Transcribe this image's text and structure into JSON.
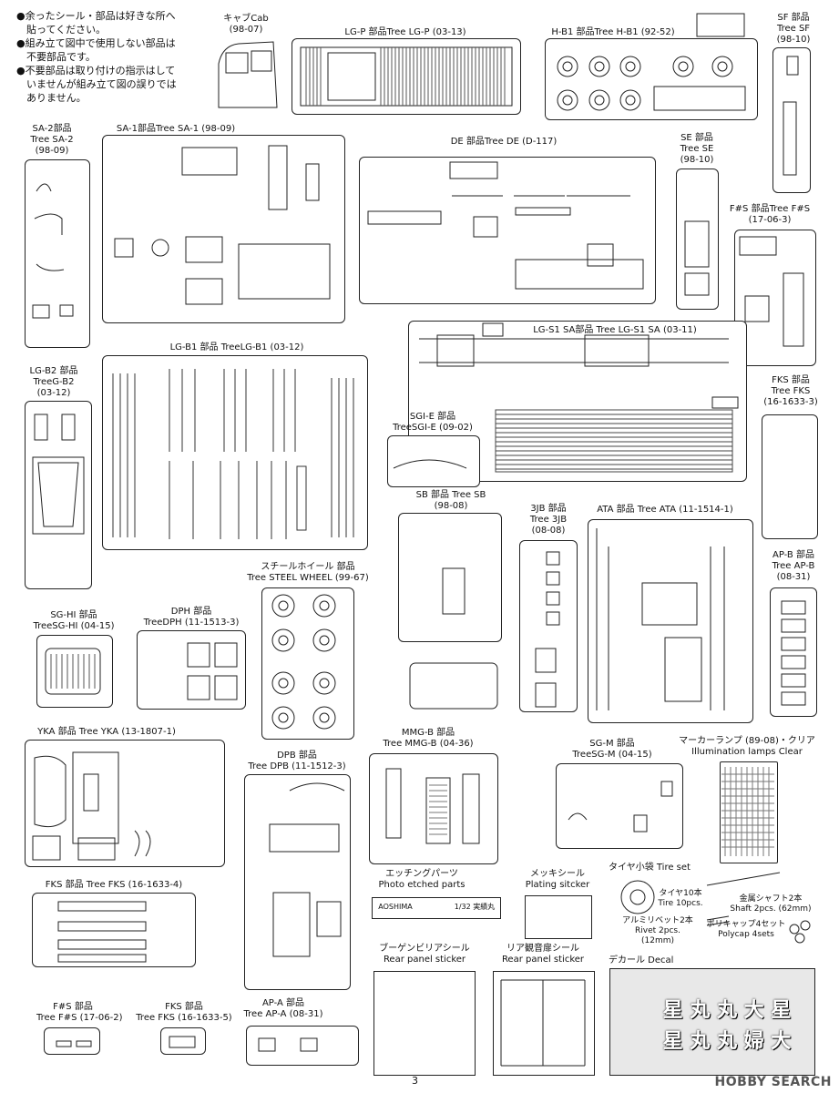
{
  "notes": [
    "●余ったシール・部品は好きな所へ",
    "　貼ってください。",
    "●組み立て図中で使用しない部品は",
    "　不要部品です。",
    "●不要部品は取り付けの指示はして",
    "　いませんが組み立て図の誤りでは",
    "　ありません。"
  ],
  "trees": {
    "cab": [
      "キャブCab",
      "(98-07)"
    ],
    "lgp": [
      "LG-P 部品Tree LG-P (03-13)"
    ],
    "hb1": [
      "H-B1 部品Tree H-B1 (92-52)"
    ],
    "sf": [
      "SF 部品",
      "Tree SF",
      "(98-10)"
    ],
    "sa2": [
      "SA-2部品",
      "Tree SA-2",
      "(98-09)"
    ],
    "sa1": [
      "SA-1部品Tree SA-1 (98-09)"
    ],
    "de": [
      "DE 部品Tree DE (D-117)"
    ],
    "se": [
      "SE 部品",
      "Tree SE",
      "(98-10)"
    ],
    "fs1": [
      "F#S 部品Tree F#S",
      "(17-06-3)"
    ],
    "lgs1": [
      "LG-S1 SA部品 Tree LG-S1 SA (03-11)"
    ],
    "lgb1": [
      "LG-B1 部品 TreeLG-B1 (03-12)"
    ],
    "lgb2": [
      "LG-B2 部品",
      "TreeG-B2",
      "(03-12)"
    ],
    "fks3": [
      "FKS 部品",
      "Tree FKS",
      "(16-1633-3)"
    ],
    "sgie": [
      "SGI-E 部品",
      "TreeSGI-E (09-02)"
    ],
    "sb": [
      "SB 部品 Tree SB",
      "(98-08)"
    ],
    "jb3": [
      "3JB 部品",
      "Tree 3JB",
      "(08-08)"
    ],
    "ata": [
      "ATA 部品 Tree ATA (11-1514-1)"
    ],
    "apb": [
      "AP-B 部品",
      "Tree AP-B",
      "(08-31)"
    ],
    "steel": [
      "スチールホイール 部品",
      "Tree STEEL WHEEL (99-67)"
    ],
    "sghi": [
      "SG-HI 部品",
      "TreeSG-HI (04-15)"
    ],
    "dph": [
      "DPH 部品",
      "TreeDPH (11-1513-3)"
    ],
    "yka": [
      "YKA 部品 Tree YKA (13-1807-1)"
    ],
    "dpb": [
      "DPB 部品",
      "Tree DPB (11-1512-3)"
    ],
    "mmgb": [
      "MMG-B 部品",
      "Tree MMG-B (04-36)"
    ],
    "sgm": [
      "SG-M 部品",
      "TreeSG-M (04-15)"
    ],
    "marker": [
      "マーカーランプ (89-08)・クリア",
      "Illumination lamps Clear"
    ],
    "fks4": [
      "FKS 部品 Tree FKS (16-1633-4)"
    ],
    "etching": [
      "エッチングパーツ",
      "Photo etched parts"
    ],
    "plating": [
      "メッキシール",
      "Plating sitcker"
    ],
    "tireset": [
      "タイヤ小袋 Tire set"
    ],
    "bougain": [
      "ブーゲンビリアシール",
      "Rear panel sticker"
    ],
    "reardoor": [
      "リア観音扉シール",
      "Rear panel sticker"
    ],
    "fs2": [
      "F#S 部品",
      "Tree F#S (17-06-2)"
    ],
    "fks5": [
      "FKS 部品",
      "Tree FKS (16-1633-5)"
    ],
    "apa": [
      "AP-A 部品",
      "Tree AP-A (08-31)"
    ],
    "decal": [
      "デカール Decal"
    ]
  },
  "tire_items": {
    "tire": [
      "タイヤ10本",
      "Tire 10pcs."
    ],
    "shaft": [
      "金属シャフト2本",
      "Shaft 2pcs. (62mm)"
    ],
    "rivet": [
      "アルミリベット2本",
      "Rivet 2pcs.",
      "(12mm)"
    ],
    "polycap": [
      "ポリキャップ4セット",
      "Polycap 4sets"
    ]
  },
  "etching_plate": {
    "brand": "AOSHIMA",
    "scale": "1/32 実績丸"
  },
  "decal_text": [
    "星 丸 丸 大 星",
    "星 丸 丸 婦 大"
  ],
  "page_number": "3",
  "watermark": "HOBBY SEARCH"
}
